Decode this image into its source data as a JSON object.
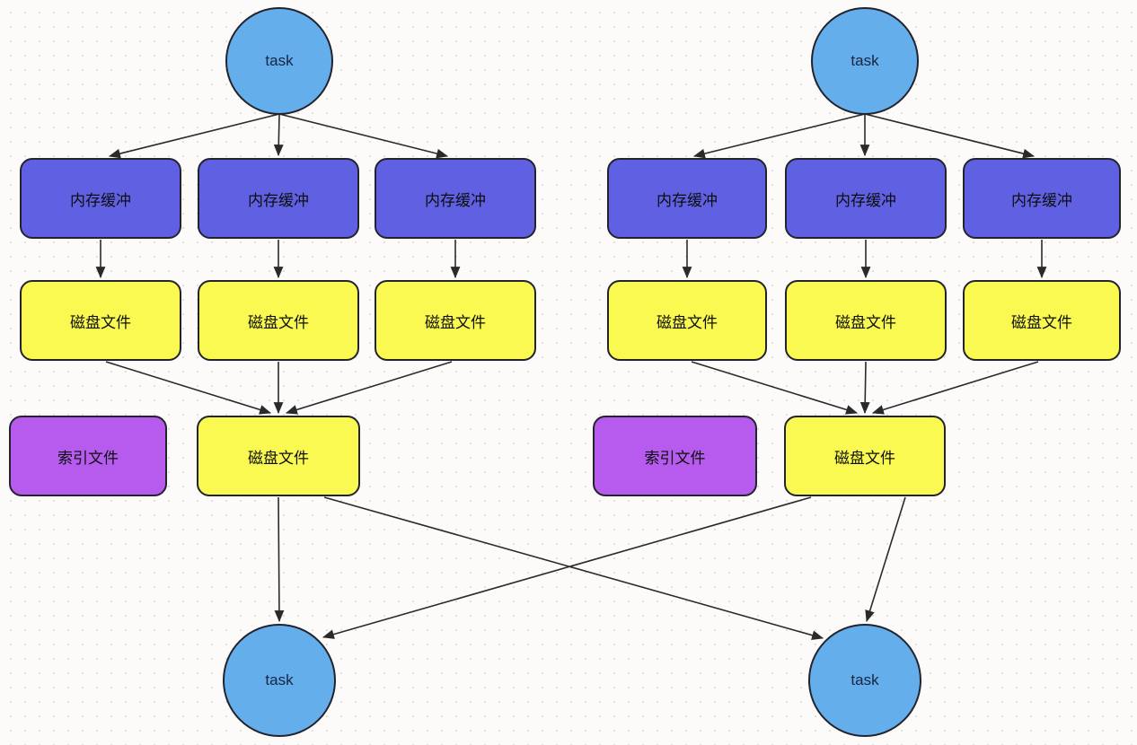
{
  "diagram": {
    "left": {
      "source_task": "task",
      "memory_buffers": [
        "内存缓冲",
        "内存缓冲",
        "内存缓冲"
      ],
      "disk_files": [
        "磁盘文件",
        "磁盘文件",
        "磁盘文件"
      ],
      "index_file": "索引文件",
      "merged_disk_file": "磁盘文件",
      "target_task": "task"
    },
    "right": {
      "source_task": "task",
      "memory_buffers": [
        "内存缓冲",
        "内存缓冲",
        "内存缓冲"
      ],
      "disk_files": [
        "磁盘文件",
        "磁盘文件",
        "磁盘文件"
      ],
      "index_file": "索引文件",
      "merged_disk_file": "磁盘文件",
      "target_task": "task"
    }
  },
  "colors": {
    "canvas_bg": "#fcfbf9",
    "dot": "#e3e0dc",
    "task_fill": "#64aeec",
    "buffer_fill": "#6060e2",
    "disk_fill": "#f9f952",
    "index_fill": "#b65bee",
    "node_border": "#23232d",
    "edge_stroke": "#2a2a2a",
    "task_text": "#182440",
    "label_text": "#0d0d0d"
  }
}
